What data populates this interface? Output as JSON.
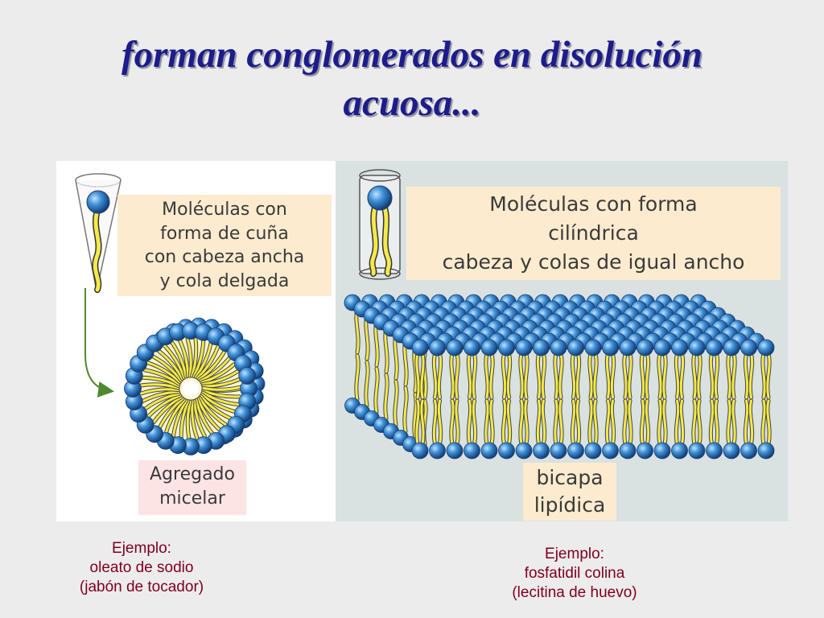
{
  "title": {
    "line1": "forman conglomerados en disolución",
    "line2": "acuosa..."
  },
  "left_panel": {
    "label_lines": [
      "Moléculas con",
      "forma de cuña",
      "con cabeza ancha",
      "y cola delgada"
    ],
    "aggregate_lines": [
      "Agregado",
      "micelar"
    ]
  },
  "right_panel": {
    "label_lines": [
      "Moléculas con forma",
      "cilíndrica",
      "cabeza y colas de igual ancho"
    ],
    "aggregate_lines": [
      "bicapa",
      "lipídica"
    ]
  },
  "examples": {
    "left": [
      "Ejemplo:",
      "oleato de sodio",
      "(jabón de tocador)"
    ],
    "right": [
      "Ejemplo:",
      "fosfatidil colina",
      "(lecitina de huevo)"
    ]
  },
  "colors": {
    "title": "#1c1c8c",
    "head_blue": "#3f8fd6",
    "tail_yellow": "#f3e94a",
    "label_bg": "#fdebcf",
    "example_text": "#800020"
  }
}
